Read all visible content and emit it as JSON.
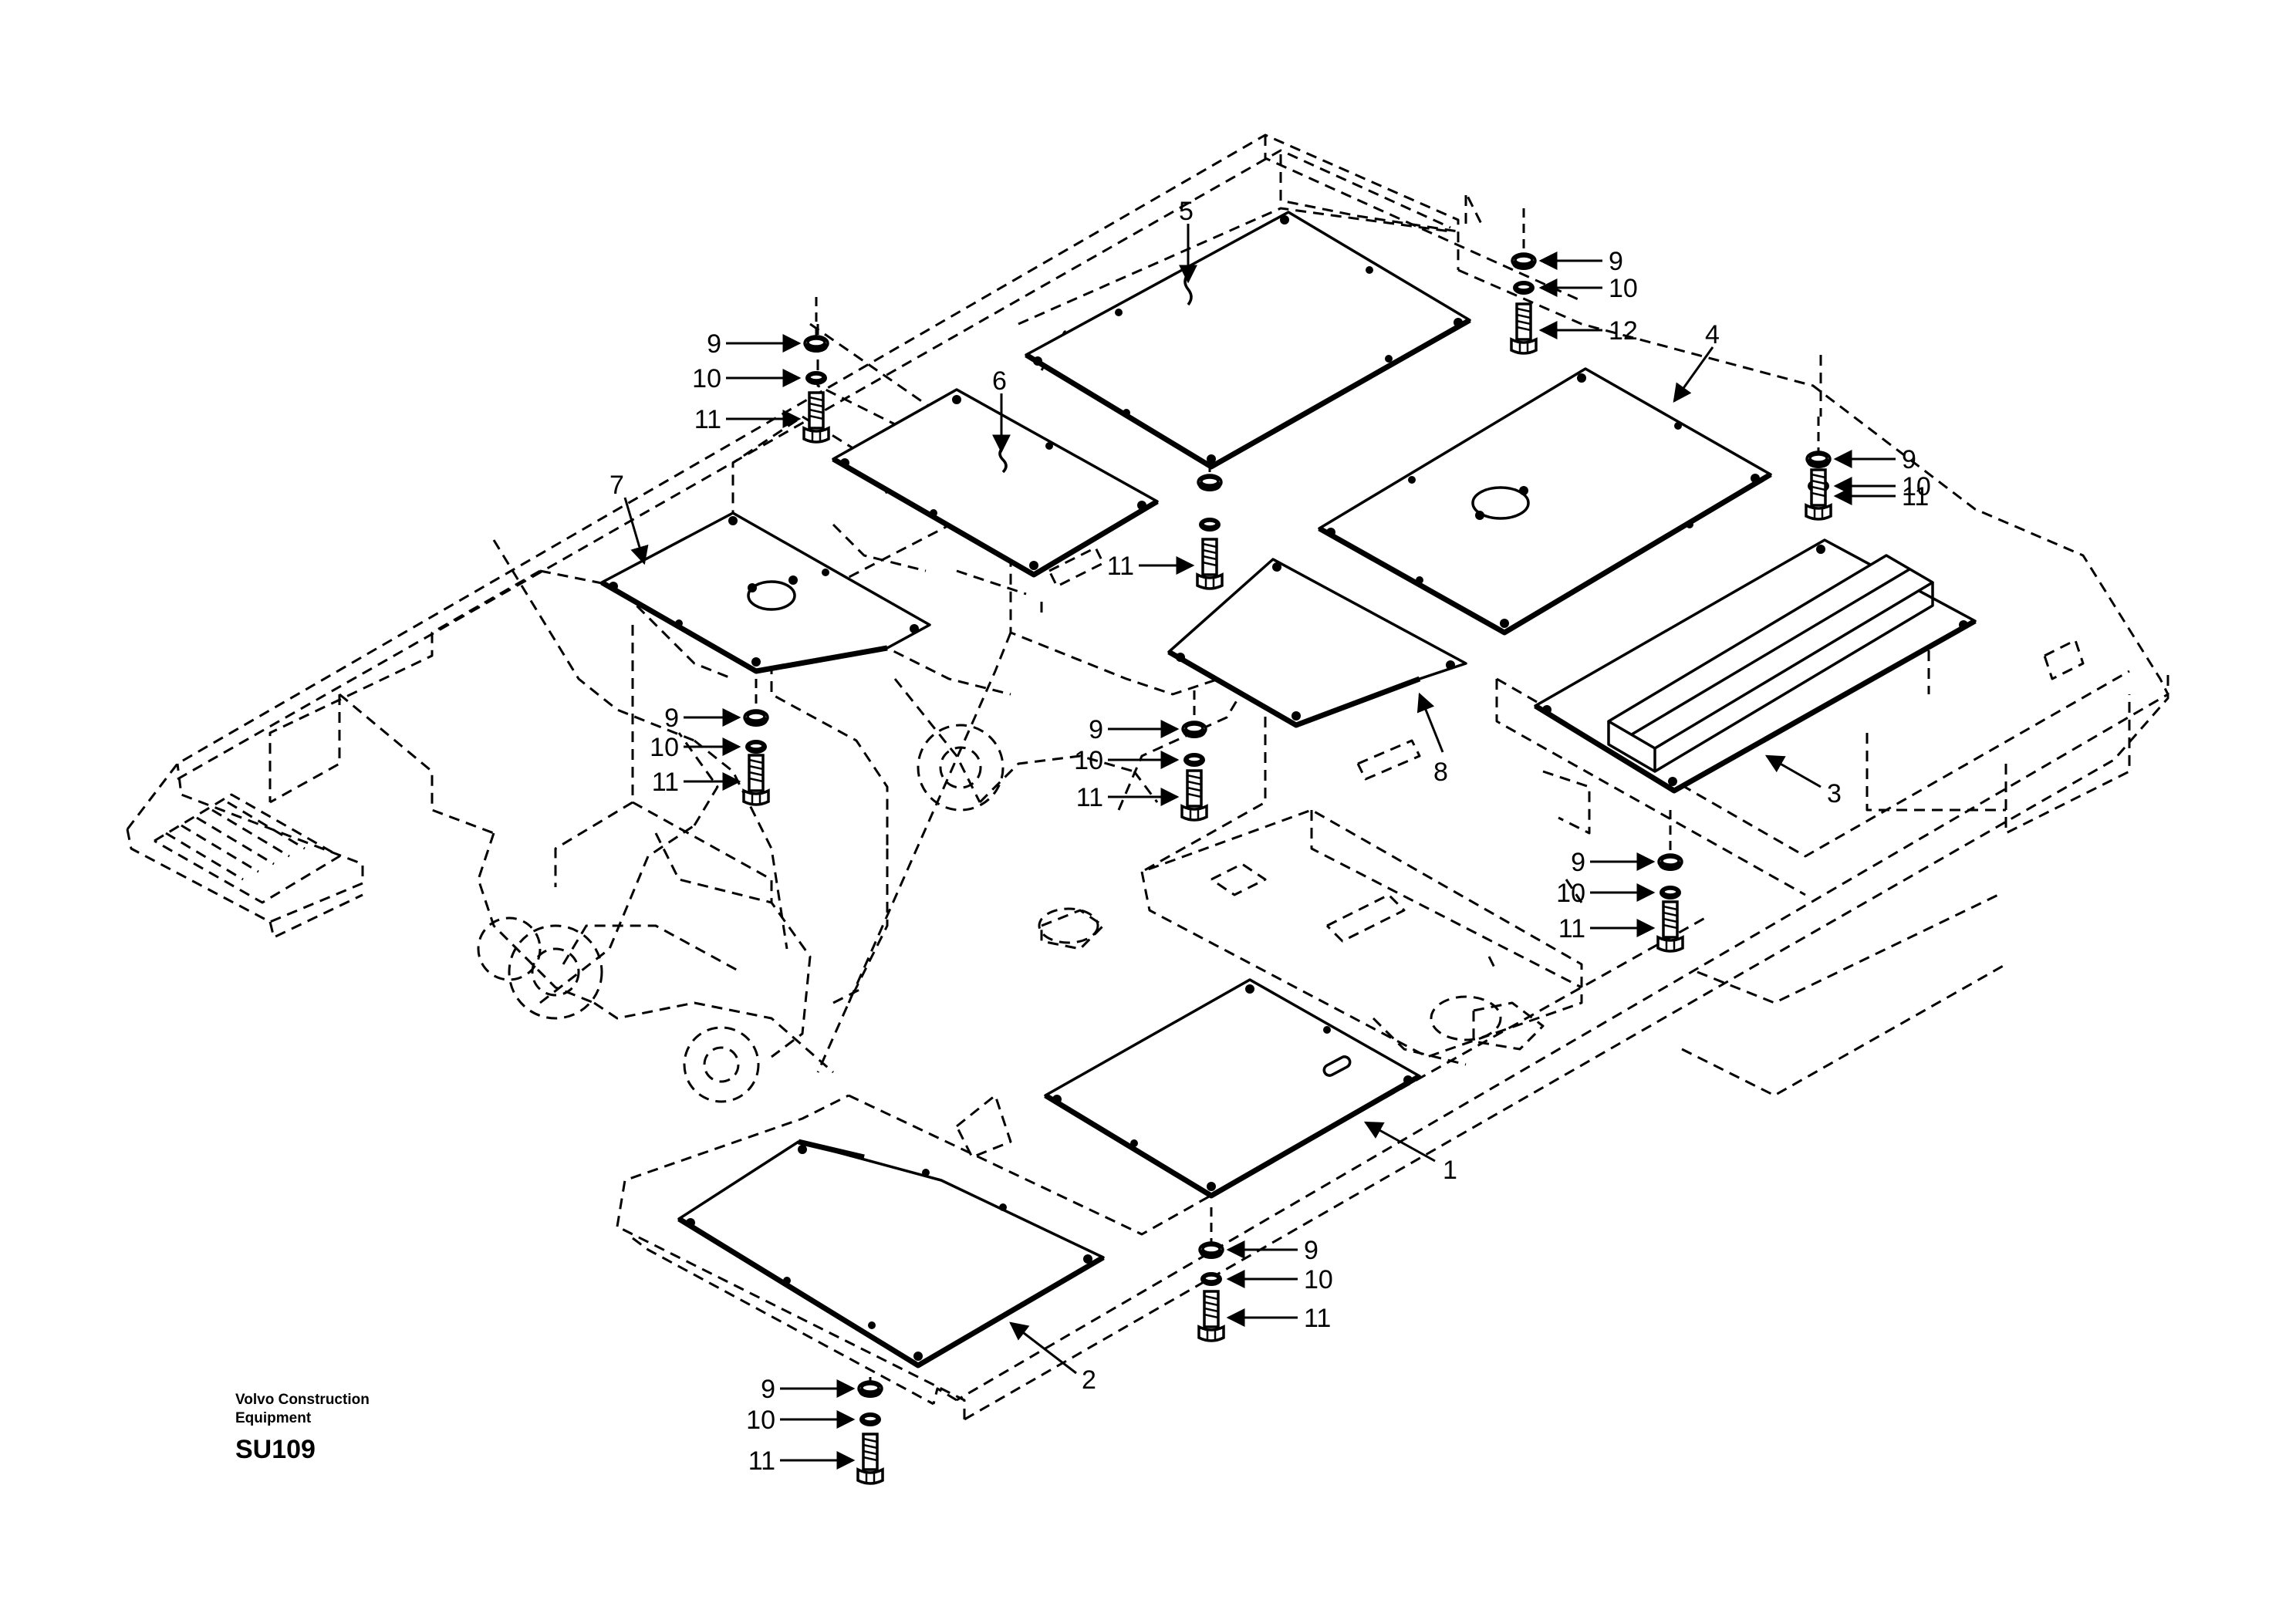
{
  "footer": {
    "company": "Volvo Construction Equipment",
    "drawing_code": "SU109"
  },
  "callouts": {
    "c1": "1",
    "c2": "2",
    "c3": "3",
    "c4": "4",
    "c5": "5",
    "c6": "6",
    "c7": "7",
    "c8": "8",
    "s_topright_9": "9",
    "s_topright_10": "10",
    "s_topright_12": "12",
    "s_right_9": "9",
    "s_right_10": "10",
    "s_right_11": "11",
    "s_topleft_9": "9",
    "s_topleft_10": "10",
    "s_topleft_11": "11",
    "s_center_11": "11",
    "s_left_9": "9",
    "s_left_10": "10",
    "s_left_11": "11",
    "s_mid_9": "9",
    "s_mid_10": "10",
    "s_mid_11": "11",
    "s_rightmid_9": "9",
    "s_rightmid_10": "10",
    "s_rightmid_11": "11",
    "s_bottom_9": "9",
    "s_bottom_10": "10",
    "s_bottom_11": "11",
    "s_bottomleft_9": "9",
    "s_bottomleft_10": "10",
    "s_bottomleft_11": "11"
  }
}
